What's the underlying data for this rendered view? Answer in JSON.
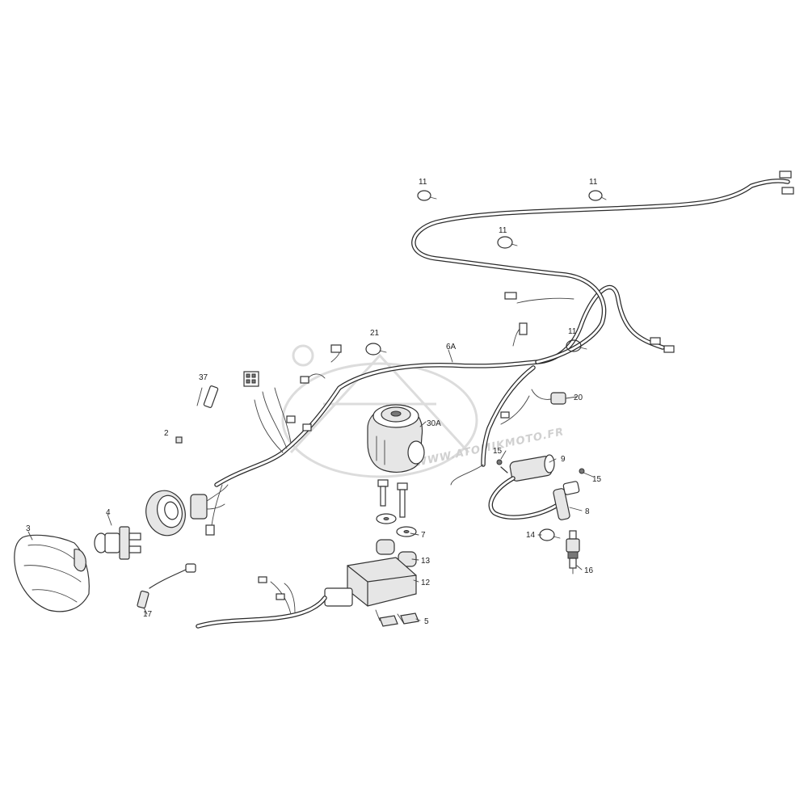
{
  "watermark": {
    "text": "WWW.ATOMIKMOTO.FR"
  },
  "callouts": [
    {
      "id": "11a",
      "text": "11"
    },
    {
      "id": "11b",
      "text": "11"
    },
    {
      "id": "11c",
      "text": "11"
    },
    {
      "id": "11d",
      "text": "11"
    },
    {
      "id": "21",
      "text": "21"
    },
    {
      "id": "6A",
      "text": "6A"
    },
    {
      "id": "37",
      "text": "37"
    },
    {
      "id": "20",
      "text": "20"
    },
    {
      "id": "30A",
      "text": "30A"
    },
    {
      "id": "2",
      "text": "2"
    },
    {
      "id": "15a",
      "text": "15"
    },
    {
      "id": "9",
      "text": "9"
    },
    {
      "id": "15b",
      "text": "15"
    },
    {
      "id": "8",
      "text": "8"
    },
    {
      "id": "4",
      "text": "4"
    },
    {
      "id": "3",
      "text": "3"
    },
    {
      "id": "7",
      "text": "7"
    },
    {
      "id": "13",
      "text": "13"
    },
    {
      "id": "14",
      "text": "14"
    },
    {
      "id": "16",
      "text": "16"
    },
    {
      "id": "12",
      "text": "12"
    },
    {
      "id": "17",
      "text": "17"
    },
    {
      "id": "5",
      "text": "5"
    }
  ]
}
